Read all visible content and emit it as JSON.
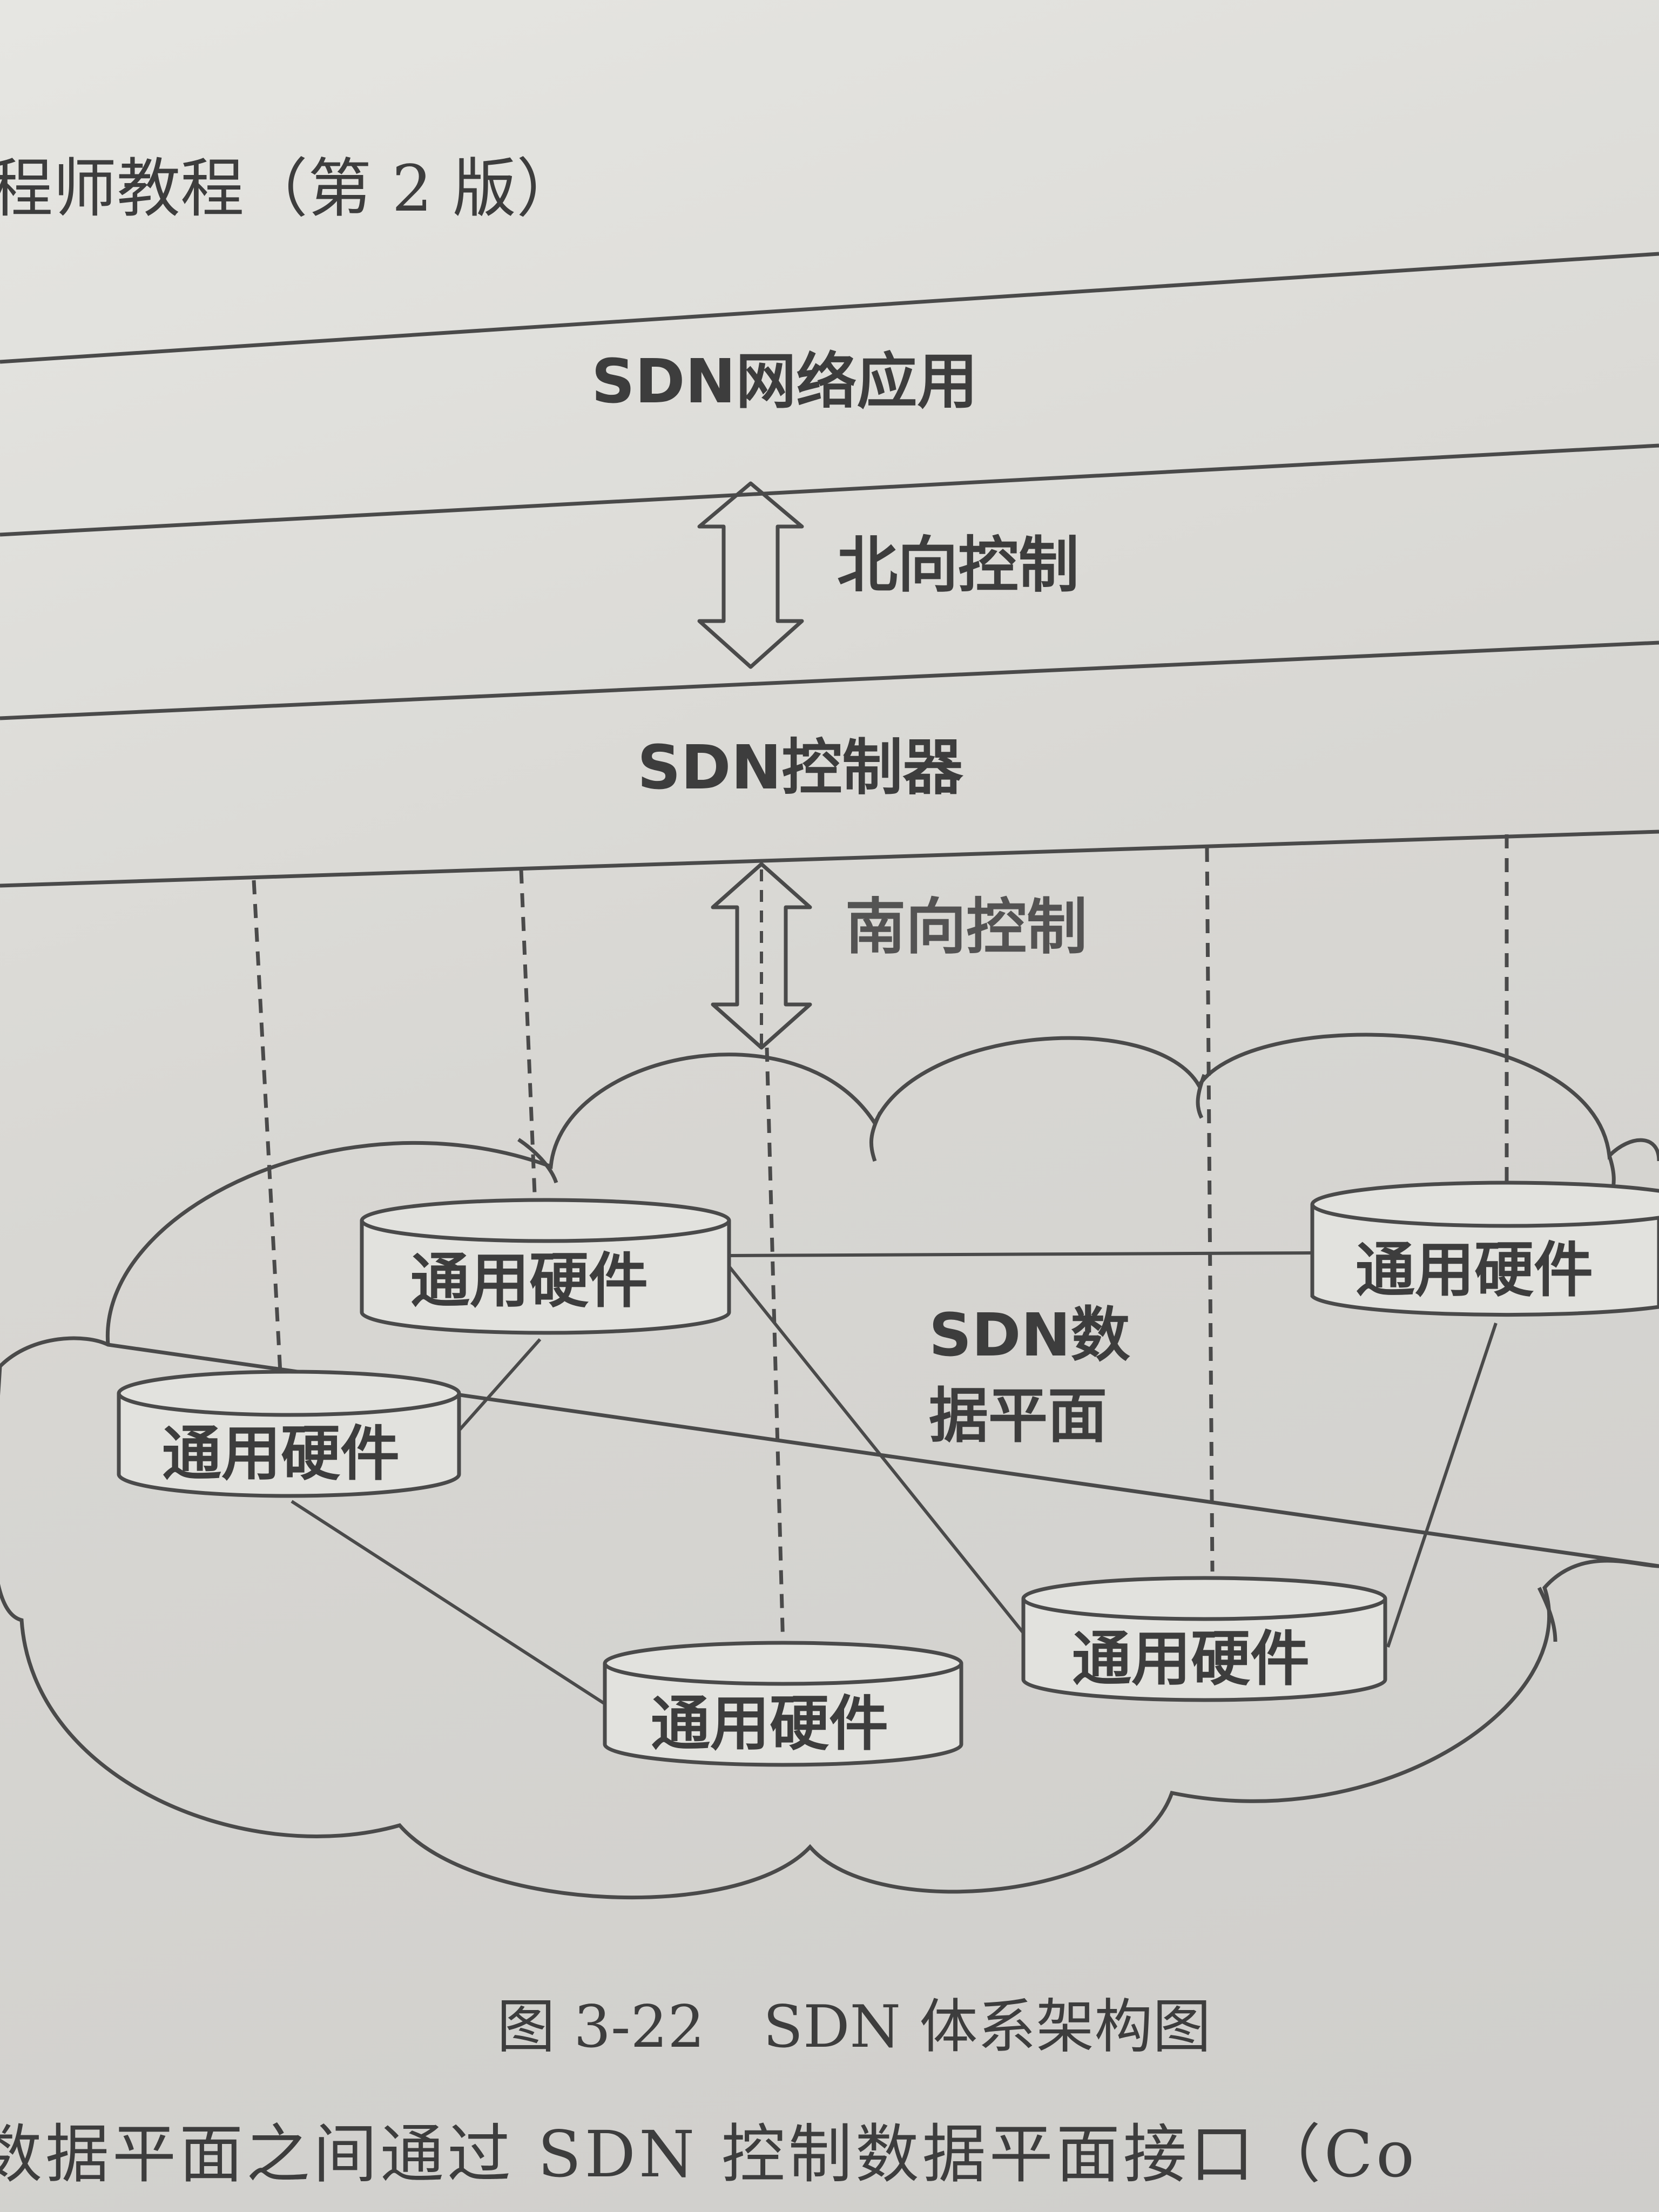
{
  "header": {
    "running_title": "程师教程（第 2 版）"
  },
  "diagram": {
    "layers": {
      "application": "SDN网络应用",
      "northbound": "北向控制",
      "controller": "SDN控制器",
      "southbound": "南向控制"
    },
    "data_plane": {
      "line1": "SDN数",
      "line2": "据平面"
    },
    "devices": [
      "通用硬件",
      "通用硬件",
      "通用硬件",
      "通用硬件",
      "通用硬件"
    ]
  },
  "caption": "图 3-22　SDN 体系架构图",
  "body_text": "数据平面之间通过 SDN 控制数据平面接口（Co"
}
